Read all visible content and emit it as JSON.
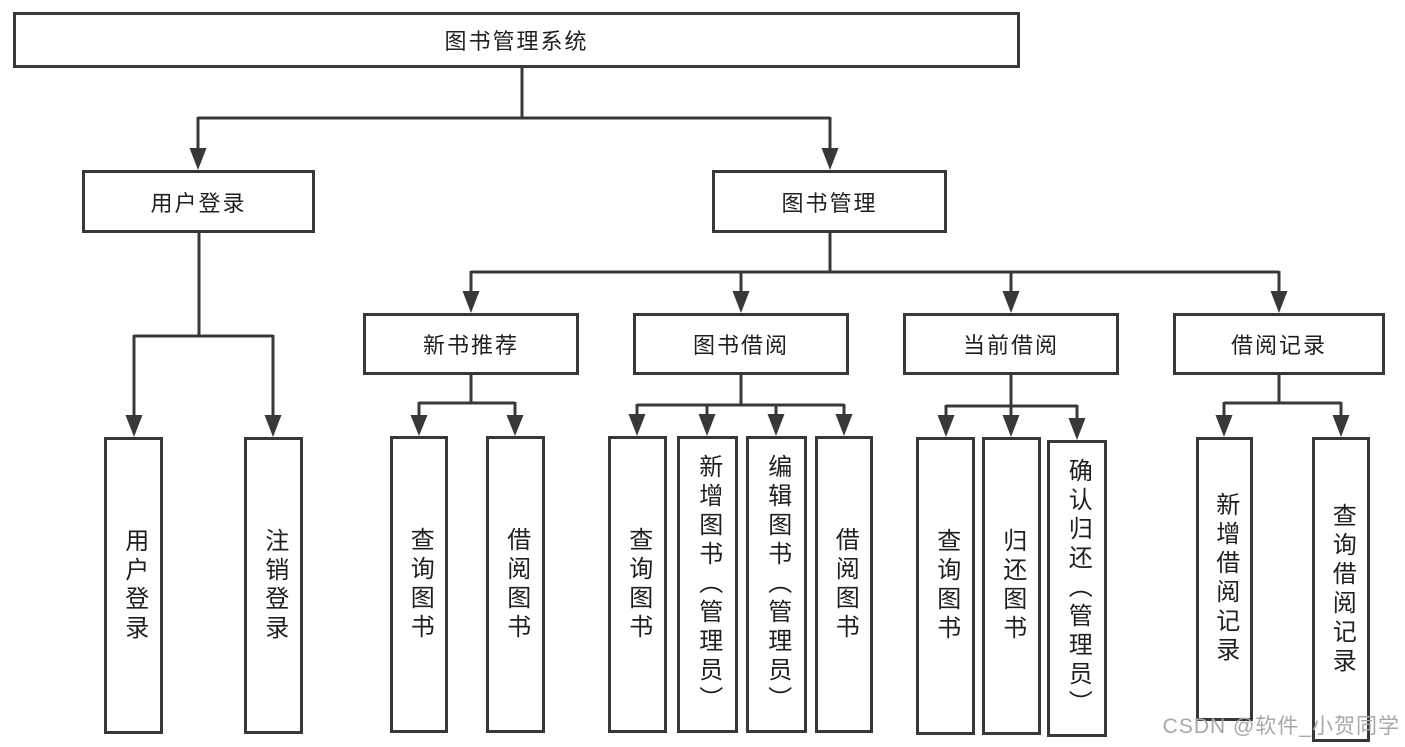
{
  "diagram": {
    "title": "图书管理系统",
    "nodes": {
      "root": "图书管理系统",
      "user_login": "用户登录",
      "book_mgmt": "图书管理",
      "new_book_rec": "新书推荐",
      "book_borrow": "图书借阅",
      "current_borrow": "当前借阅",
      "borrow_records": "借阅记录",
      "leaf_user_login": "用户登录",
      "leaf_logout": "注销登录",
      "leaf_query_books_1": "查询图书",
      "leaf_borrow_books_1": "借阅图书",
      "leaf_query_books_2": "查询图书",
      "leaf_add_books": "新增图书（管理员）",
      "leaf_edit_books": "编辑图书（管理员）",
      "leaf_borrow_books_2": "借阅图书",
      "leaf_query_books_3": "查询图书",
      "leaf_return_books": "归还图书",
      "leaf_confirm_return": "确认归还（管理员）",
      "leaf_add_borrow_record": "新增借阅记录",
      "leaf_query_borrow_record": "查询借阅记录"
    },
    "hierarchy": [
      {
        "parent": "图书管理系统",
        "children": [
          "用户登录",
          "图书管理"
        ]
      },
      {
        "parent": "用户登录",
        "children": [
          "用户登录",
          "注销登录"
        ]
      },
      {
        "parent": "图书管理",
        "children": [
          "新书推荐",
          "图书借阅",
          "当前借阅",
          "借阅记录"
        ]
      },
      {
        "parent": "新书推荐",
        "children": [
          "查询图书",
          "借阅图书"
        ]
      },
      {
        "parent": "图书借阅",
        "children": [
          "查询图书",
          "新增图书（管理员）",
          "编辑图书（管理员）",
          "借阅图书"
        ]
      },
      {
        "parent": "当前借阅",
        "children": [
          "查询图书",
          "归还图书",
          "确认归还（管理员）"
        ]
      },
      {
        "parent": "借阅记录",
        "children": [
          "新增借阅记录",
          "查询借阅记录"
        ]
      }
    ],
    "watermark": "CSDN @软件_小贺同学",
    "colors": {
      "line": "#383838",
      "text": "#1f1f1f",
      "background": "#ffffff",
      "watermark": "#a8a8a8"
    }
  }
}
